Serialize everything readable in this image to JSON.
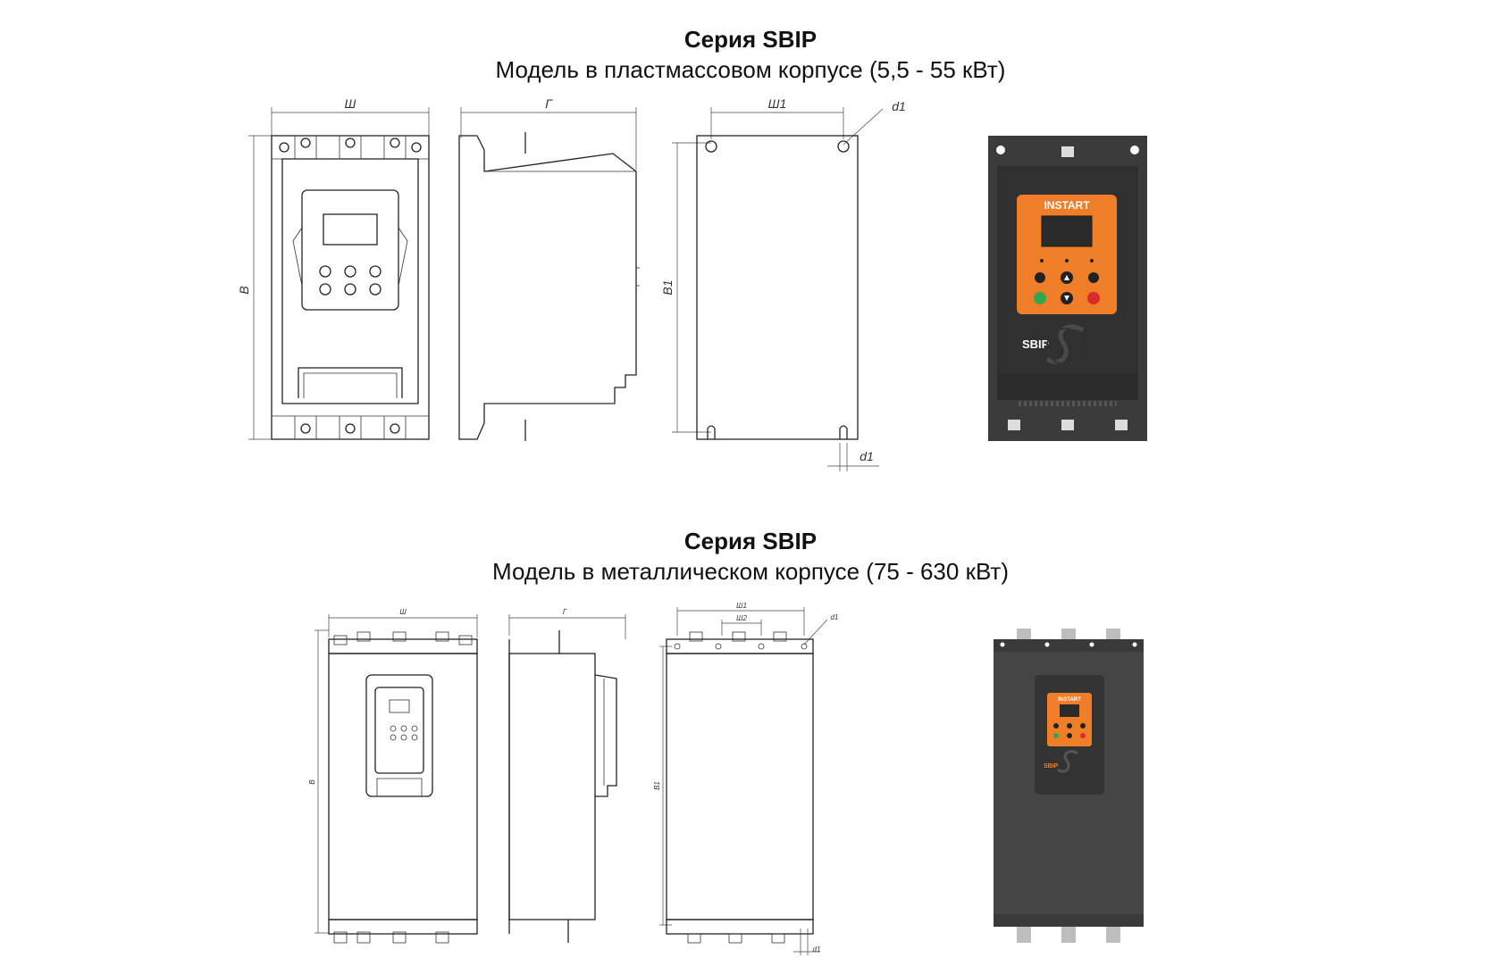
{
  "sections": [
    {
      "series": "Серия SBIP",
      "model": "Модель в пластмассовом корпусе (5,5 - 55 кВт)",
      "dimensions": {
        "width": "Ш",
        "height": "В",
        "depth": "Г",
        "mount_width": "Ш1",
        "mount_height": "В1",
        "hole": "d1",
        "hole_bottom": "d1"
      },
      "product": {
        "brand": "INSTART",
        "model_label": "SBIP"
      }
    },
    {
      "series": "Серия SBIP",
      "model": "Модель в металлическом корпусе (75 - 630 кВт)",
      "dimensions": {
        "width": "Ш",
        "height": "В",
        "depth": "Г",
        "mount_width": "Ш1",
        "mount_width2": "Ш2",
        "mount_height": "В1",
        "hole": "d1",
        "hole_bottom": "d1"
      },
      "product": {
        "brand": "INSTART",
        "model_label": "SBIP"
      }
    }
  ],
  "colors": {
    "panel_orange": "#f07d27",
    "body_dark": "#3b3b3b",
    "body_metal": "#454545",
    "brackets": "#bdbdbd",
    "btn_green": "#2fa84f",
    "btn_red": "#d92b2b"
  },
  "icons": [
    "up-arrow-icon",
    "down-arrow-icon",
    "s-logo-icon"
  ]
}
